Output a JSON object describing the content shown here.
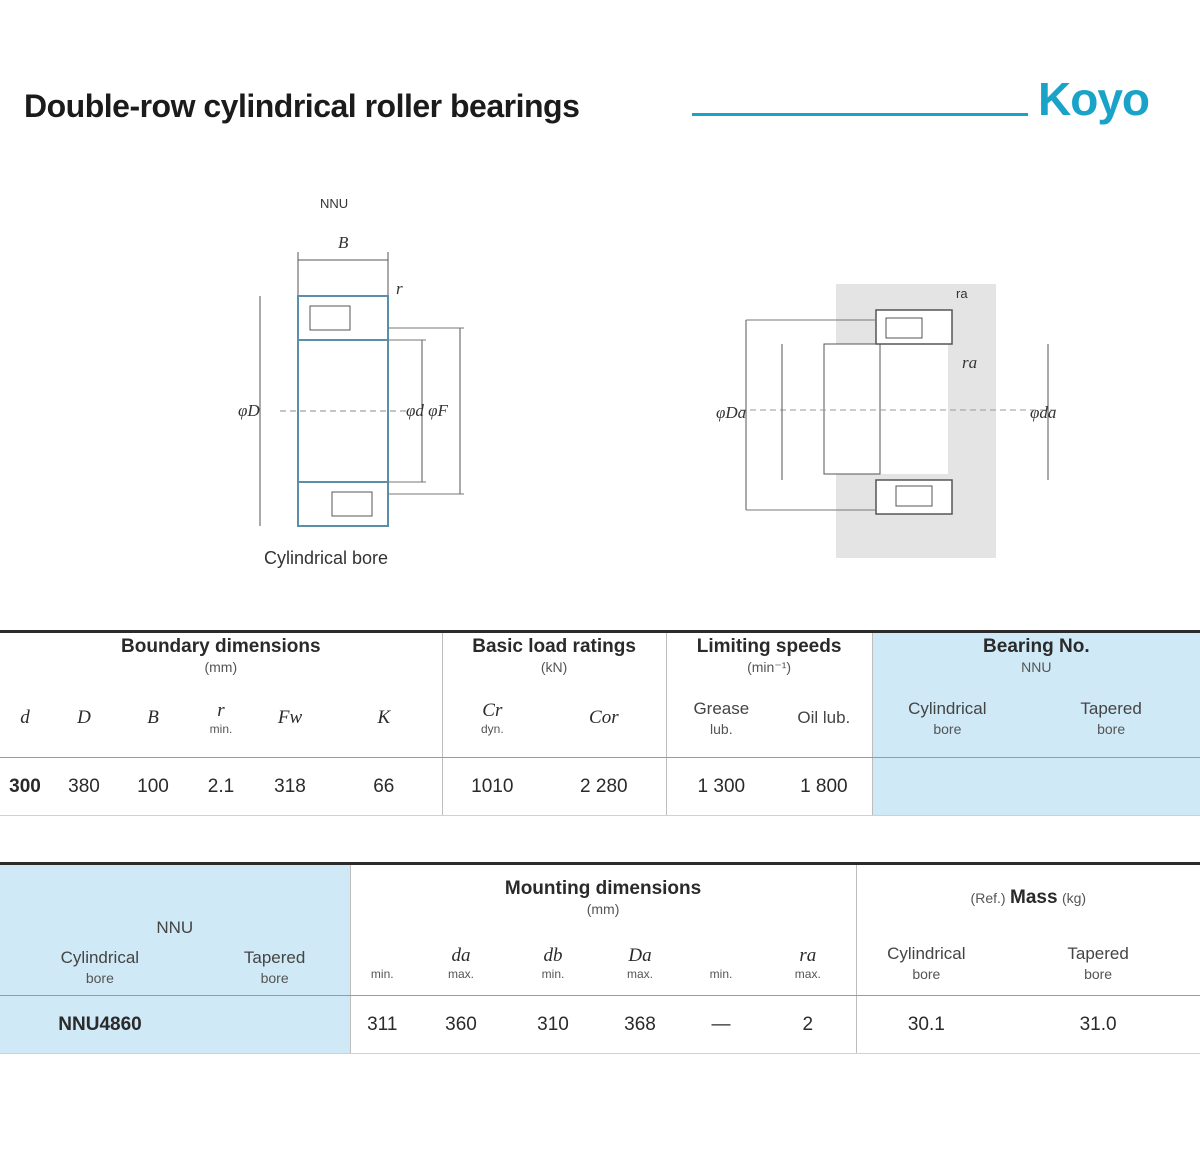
{
  "header": {
    "title": "Double-row cylindrical roller bearings",
    "brand": "Koyo"
  },
  "drawing_left": {
    "type_label": "NNU",
    "width_label": "B",
    "r_label": "r",
    "outer_diameter_label": "φD",
    "inner_diameter_label": "φd φF",
    "caption": "Cylindrical bore"
  },
  "drawing_right": {
    "ra_label": "ra",
    "da_label": "φda",
    "Da_label": "φDa",
    "ra_small": "ra"
  },
  "table1": {
    "group_boundary": "Boundary dimensions",
    "group_boundary_unit": "(mm)",
    "group_load": "Basic load ratings",
    "group_load_unit": "(kN)",
    "group_speed": "Limiting speeds",
    "group_speed_unit": "(min⁻¹)",
    "group_bearing": "Bearing No.",
    "group_bearing_sub": "NNU",
    "col_d": "d",
    "col_D": "D",
    "col_B": "B",
    "col_r": "r",
    "col_r_sub": "min.",
    "col_F": "Fw",
    "col_K": "K",
    "col_cr": "Cr",
    "col_cr_sub": "dyn.",
    "col_cor": "Cor",
    "col_grease": "Grease",
    "col_grease_sub": "lub.",
    "col_oil": "Oil lub.",
    "col_cyl": "Cylindrical",
    "col_cyl_sub": "bore",
    "col_tap": "Tapered",
    "col_tap_sub": "bore",
    "row": {
      "d": "300",
      "D": "380",
      "B": "100",
      "r": "2.1",
      "F": "318",
      "K": "66",
      "cr": "1010",
      "cor": "2 280",
      "grease": "1 300",
      "oil": "1 800"
    }
  },
  "table2": {
    "group_bearing": "NNU",
    "col_cyl": "Cylindrical",
    "col_cyl_sub": "bore",
    "col_tap": "Tapered",
    "col_tap_sub": "bore",
    "group_mount": "Mounting dimensions",
    "group_mount_unit": "(mm)",
    "col_da": "da",
    "col_db": "db",
    "col_Da": "Da",
    "col_ra": "ra",
    "sub_min": "min.",
    "sub_max": "max.",
    "group_mass": "Mass",
    "group_mass_prefix": "(Ref.)",
    "group_mass_unit": "(kg)",
    "col_mass_cyl": "Cylindrical",
    "col_mass_cyl_sub": "bore",
    "col_mass_tap": "Tapered",
    "col_mass_tap_sub": "bore",
    "row": {
      "bearing": "NNU4860",
      "da_min": "311",
      "da_max": "360",
      "db_min": "310",
      "Da_max": "368",
      "Da_min": "—",
      "ra_max": "2",
      "mass_cyl": "30.1",
      "mass_tap": "31.0"
    }
  }
}
